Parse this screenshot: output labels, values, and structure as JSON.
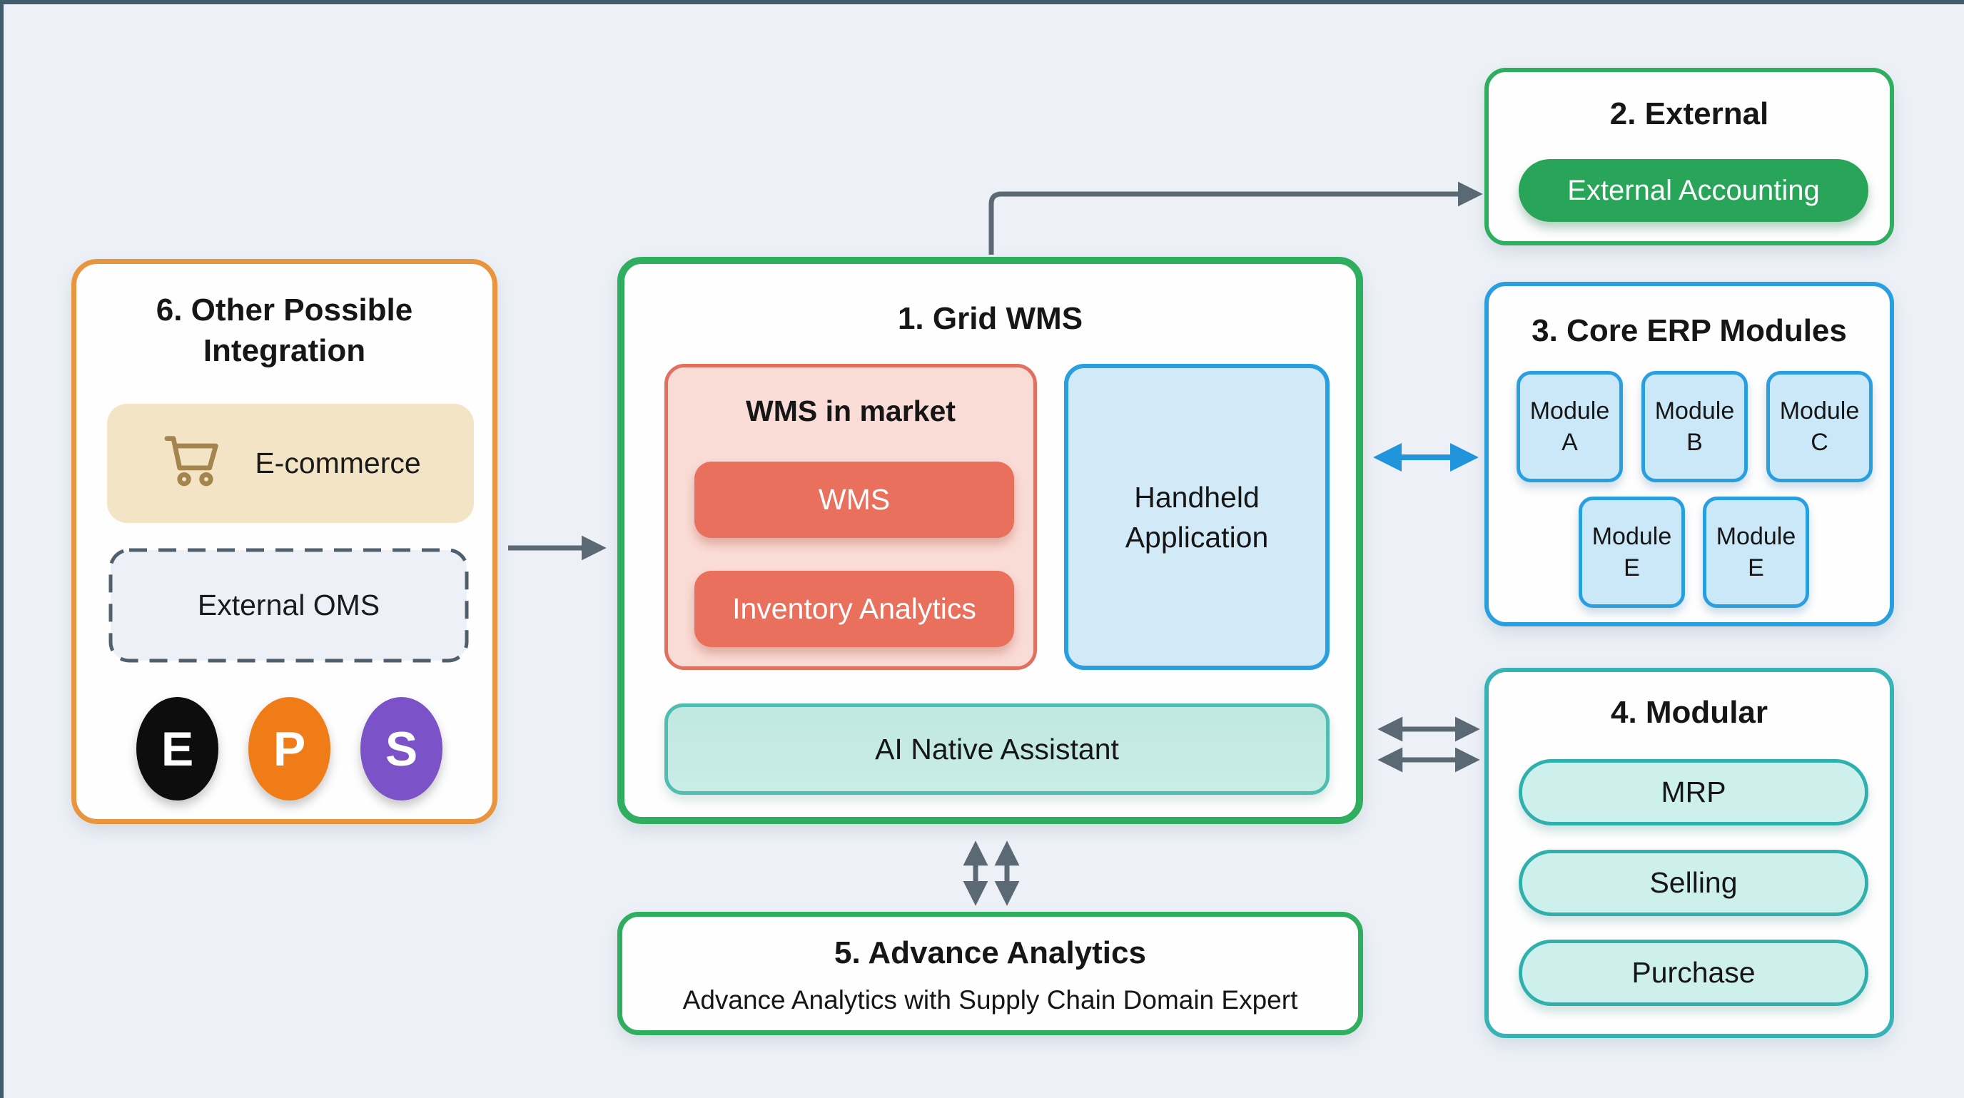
{
  "grid_wms": {
    "title": "1. Grid WMS",
    "market": {
      "title": "WMS in market",
      "wms": "WMS",
      "inventory": "Inventory Analytics"
    },
    "handheld": "Handheld Application",
    "ai_assistant": "AI Native Assistant"
  },
  "external": {
    "title": "2. External",
    "accounting": "External Accounting"
  },
  "core_erp": {
    "title": "3. Core ERP Modules",
    "row1": [
      "Module A",
      "Module B",
      "Module C"
    ],
    "row2": [
      "Module E",
      "Module E"
    ]
  },
  "modular": {
    "title": "4. Modular",
    "items": [
      "MRP",
      "Selling",
      "Purchase"
    ]
  },
  "analytics": {
    "title": "5. Advance Analytics",
    "subtitle": "Advance Analytics with Supply Chain Domain Expert"
  },
  "integration": {
    "title": "6. Other Possible Integration",
    "ecommerce": "E-commerce",
    "external_oms": "External OMS",
    "badges": [
      {
        "letter": "E",
        "color": "#0d0d0d"
      },
      {
        "letter": "P",
        "color": "#f07c18"
      },
      {
        "letter": "S",
        "color": "#7b52c8"
      }
    ]
  },
  "colors": {
    "background": "#edf1f7",
    "frame": "#3f5d6b",
    "green_border": "#2fae60",
    "green_fill": "#28a558",
    "orange_border": "#e9953d",
    "tan_fill": "#f4e4c6",
    "cart_icon": "#a5854e",
    "salmon_fill": "#e8705c",
    "salmon_container": "#fadcd6",
    "blue_border": "#2a9fe0",
    "blue_fill": "#cbe8f8",
    "handheld_fill": "#d2e9f8",
    "teal_border": "#38b3b5",
    "teal_fill": "#cdf0ec",
    "ai_fill": "#c5ece5",
    "ai_border": "#4fbdb2",
    "oms_dash": "#4f5f6d",
    "arrow_gray": "#5a6973",
    "arrow_blue": "#2095dc"
  }
}
